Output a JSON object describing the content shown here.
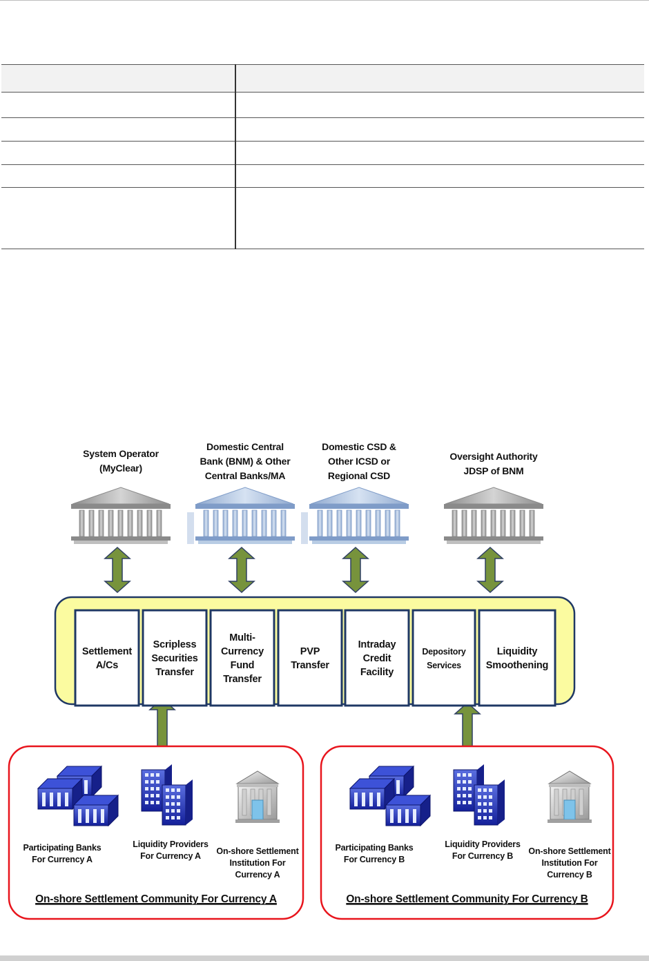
{
  "authorities": [
    {
      "label_lines": [
        "System Operator",
        "(MyClear)"
      ],
      "icon": "bank-building-icon",
      "color": "#bfbfbf"
    },
    {
      "label_lines": [
        "Domestic Central",
        "Bank (BNM)  & Other",
        "Central Banks/MA"
      ],
      "icon": "bank-building-icon",
      "color": "#b8cce4"
    },
    {
      "label_lines": [
        "Domestic CSD &",
        "Other ICSD or",
        "Regional CSD"
      ],
      "icon": "bank-building-icon",
      "color": "#b8cce4"
    },
    {
      "label_lines": [
        "Oversight  Authority",
        "JDSP of BNM"
      ],
      "icon": "bank-building-icon",
      "color": "#bfbfbf"
    }
  ],
  "services": [
    {
      "label_lines": [
        "Settlement",
        "A/Cs"
      ]
    },
    {
      "label_lines": [
        "Scripless",
        "Securities",
        "Transfer"
      ]
    },
    {
      "label_lines": [
        "Multi-",
        "Currency",
        "Fund",
        "Transfer"
      ]
    },
    {
      "label_lines": [
        "PVP",
        "Transfer"
      ]
    },
    {
      "label_lines": [
        "Intraday",
        "Credit",
        "Facility"
      ]
    },
    {
      "label_lines": [
        "Depository",
        "Services"
      ]
    },
    {
      "label_lines": [
        "Liquidity",
        "Smoothening"
      ]
    }
  ],
  "communities": [
    {
      "title": "On-shore Settlement Community For  Currency A",
      "members": [
        {
          "label_lines": [
            "Participating Banks",
            "For Currency A"
          ],
          "icon": "banks-icon"
        },
        {
          "label_lines": [
            "Liquidity Providers",
            "For Currency A"
          ],
          "icon": "office-buildings-icon"
        },
        {
          "label_lines": [
            "On-shore Settlement",
            "Institution For",
            "Currency A"
          ],
          "icon": "institution-building-icon"
        }
      ]
    },
    {
      "title": "On-shore Settlement Community For  Currency B",
      "members": [
        {
          "label_lines": [
            "Participating Banks",
            "For Currency B"
          ],
          "icon": "banks-icon"
        },
        {
          "label_lines": [
            "Liquidity Providers",
            "For Currency B"
          ],
          "icon": "office-buildings-icon"
        },
        {
          "label_lines": [
            "On-shore Settlement",
            "Institution For",
            "Currency B"
          ],
          "icon": "institution-building-icon"
        }
      ]
    }
  ],
  "colors": {
    "hub_fill": "#fbfba0",
    "hub_border": "#1f3864",
    "community_border": "#e8141c",
    "arrow_fill": "#77933c",
    "arrow_stroke": "#2f3f62",
    "bank_icon_blue": "#1f2fa8"
  }
}
